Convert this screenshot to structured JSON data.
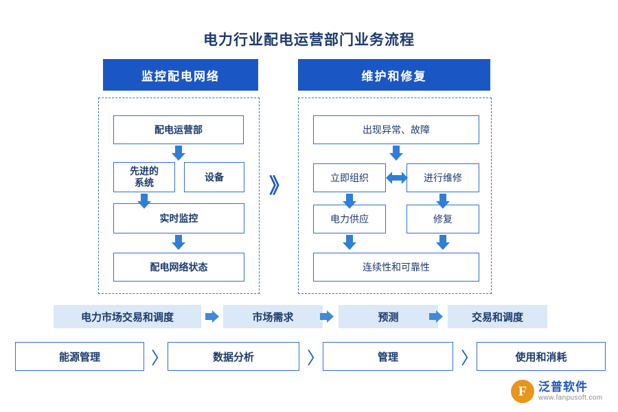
{
  "title": "电力行业配电运营部门业务流程",
  "columns": {
    "left_header": "监控配电网络",
    "right_header": "维护和修复"
  },
  "left_flow": {
    "nodes": [
      {
        "label": "配电运营部"
      },
      {
        "label": "先进的\n系统"
      },
      {
        "label": "设备"
      },
      {
        "label": "实时监控"
      },
      {
        "label": "配电网络状态"
      }
    ]
  },
  "right_flow": {
    "nodes": [
      {
        "label": "出现异常、故障"
      },
      {
        "label": "立即组织"
      },
      {
        "label": "进行维修"
      },
      {
        "label": "电力供应"
      },
      {
        "label": "修复"
      },
      {
        "label": "连续性和可靠性"
      }
    ]
  },
  "mid_connector": "》",
  "chips": [
    {
      "label": "电力市场交易和调度"
    },
    {
      "label": "市场需求"
    },
    {
      "label": "预测"
    },
    {
      "label": "交易和调度"
    }
  ],
  "wide_boxes": [
    {
      "label": "能源管理"
    },
    {
      "label": "数据分析"
    },
    {
      "label": "管理"
    },
    {
      "label": "使用和消耗"
    }
  ],
  "separator": "〉",
  "watermark": {
    "mark": "F",
    "name": "泛普软件",
    "url": "www.fanpusoft.com"
  },
  "colors": {
    "header_blue": "#1b57c4",
    "border_blue": "#2f6fd0",
    "arrow_blue": "#2f7fd6",
    "chip_fill": "#dbe8f7",
    "text_navy": "#1b3a6b",
    "logo_orange": "#e8951c"
  }
}
